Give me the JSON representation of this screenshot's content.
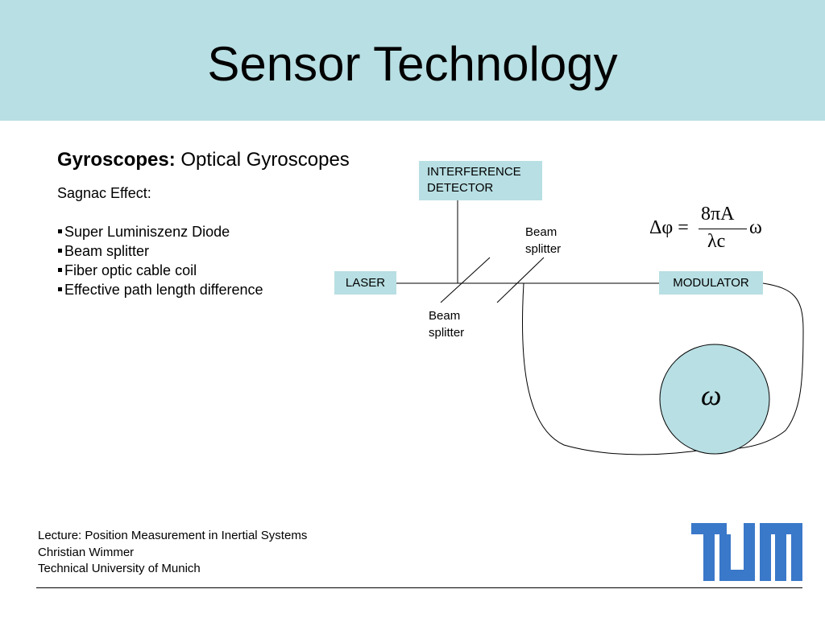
{
  "slide": {
    "title": "Sensor Technology"
  },
  "content": {
    "heading_bold": "Gyroscopes:",
    "heading_rest": "Optical Gyroscopes",
    "sagnac_label": "Sagnac Effect:",
    "bullets": [
      "Super Luminiszenz Diode",
      "Beam splitter",
      "Fiber optic cable coil",
      "Effective path length difference"
    ]
  },
  "diagram": {
    "laser_label": "LASER",
    "modulator_label": "MODULATOR",
    "interference_label_line1": "INTERFERENCE",
    "interference_label_line2": "DETECTOR",
    "beam_splitter_top_line1": "Beam",
    "beam_splitter_top_line2": "splitter",
    "beam_splitter_bottom_line1": "Beam",
    "beam_splitter_bottom_line2": "splitter",
    "coil_symbol": "ω",
    "formula": {
      "lhs": "Δφ =",
      "numerator": "8πA",
      "denominator": "λc",
      "rhs": "ω"
    }
  },
  "footer": {
    "line1": "Lecture: Position Measurement in Inertial Systems",
    "line2": "Christian Wimmer",
    "line3": "Technical University of Munich",
    "logo_text": "TUM"
  },
  "colors": {
    "header_band": "#b8dfe3",
    "box_fill": "#b8dfe3",
    "logo_blue": "#3a78c9"
  }
}
